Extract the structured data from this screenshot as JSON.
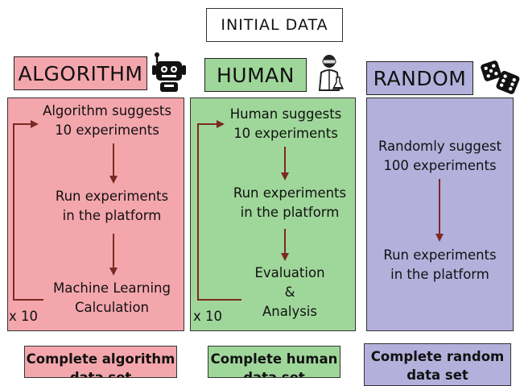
{
  "title": "INITIAL DATA",
  "columns": {
    "algorithm": {
      "header": "ALGORITHM",
      "icon": "robot-icon",
      "step1": [
        "Algorithm suggests",
        "10 experiments"
      ],
      "step2": [
        "Run experiments",
        "in the platform"
      ],
      "step3": [
        "Machine Learning",
        "Calculation"
      ],
      "loop": "x 10",
      "result": [
        "Complete algorithm",
        "data set"
      ]
    },
    "human": {
      "header": "HUMAN",
      "icon": "scientist-icon",
      "step1": [
        "Human suggests",
        "10 experiments"
      ],
      "step2": [
        "Run experiments",
        "in the platform"
      ],
      "step3": [
        "Evaluation",
        "&",
        "Analysis"
      ],
      "loop": "x 10",
      "result": [
        "Complete human",
        "data set"
      ]
    },
    "random": {
      "header": "RANDOM",
      "icon": "dice-icon",
      "step1": [
        "Randomly suggest",
        "100 experiments"
      ],
      "step2": [
        "Run experiments",
        "in the platform"
      ],
      "result": [
        "Complete random",
        "data set"
      ]
    }
  },
  "colors": {
    "algorithm": "#f4a6ad",
    "human": "#9fd79a",
    "random": "#b4b0dc",
    "arrow": "#7a2a22"
  }
}
